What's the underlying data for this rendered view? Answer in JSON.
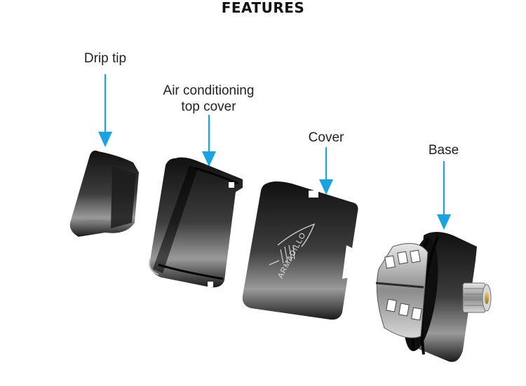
{
  "header": {
    "title": "FEATURES"
  },
  "labels": {
    "drip_tip": "Drip tip",
    "air_conditioning_top_cover": "Air conditioning\ntop cover",
    "cover": "Cover",
    "base": "Base"
  },
  "engraving": "ARMADILLO",
  "colors": {
    "arrow": "#1aa3e0",
    "body_dark": "#141414",
    "body_highlight": "#6e6e6e",
    "steel": "#a8a8a8",
    "gold": "#c9a03a"
  },
  "icons": [
    "down-arrow-icon",
    "armadillo-logo-icon"
  ]
}
